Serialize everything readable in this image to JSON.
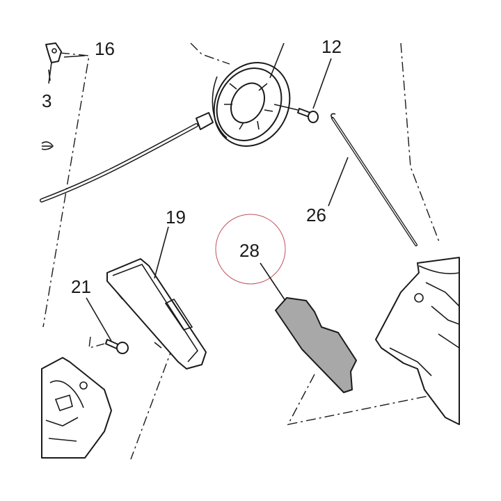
{
  "diagram": {
    "callouts": {
      "c16": "16",
      "c3": "3",
      "c12": "12",
      "c26": "26",
      "c19": "19",
      "c28": "28",
      "c21": "21"
    },
    "colors": {
      "line": "#1a1a1a",
      "highlight_fill": "#a8a8a8",
      "highlight_circle": "#c0505a",
      "background": "#ffffff"
    }
  }
}
